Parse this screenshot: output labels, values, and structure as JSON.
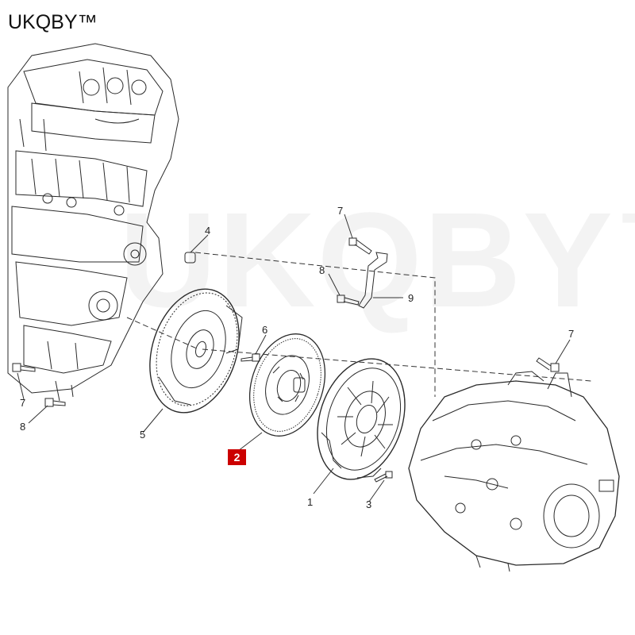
{
  "brand": "UKQBY™",
  "watermark": "UKQBY™",
  "colors": {
    "line": "#222222",
    "highlight": "#cc0000"
  },
  "labels": {
    "p1": "1",
    "p2": "2",
    "p3": "3",
    "p4": "4",
    "p5": "5",
    "p6": "6",
    "p7_top": "7",
    "p7_right": "7",
    "p7_left": "7",
    "p8_mid": "8",
    "p8_left": "8",
    "p9": "9"
  }
}
